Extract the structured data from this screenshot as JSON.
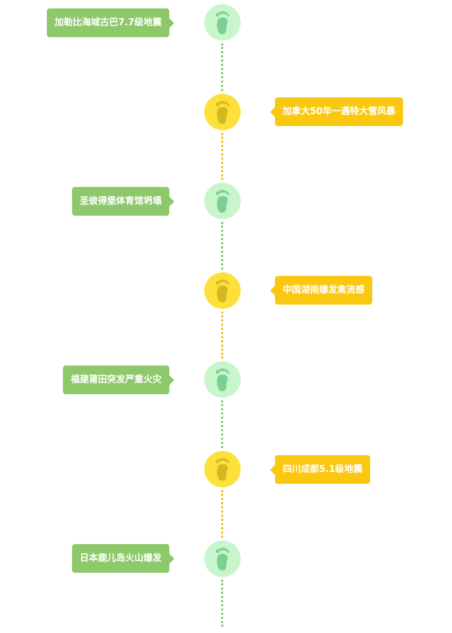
{
  "events": [
    {
      "label": "加勒比海域古巴7.7级地震",
      "color": "green",
      "side": "left",
      "icon": "footprint-icon"
    },
    {
      "label": "加拿大50年一遇特大雪风暴",
      "color": "yellow",
      "side": "right",
      "icon": "footprint-icon"
    },
    {
      "label": "圣彼得堡体育馆坍塌",
      "color": "green",
      "side": "left",
      "icon": "footprint-icon"
    },
    {
      "label": "中国湖南爆发禽流感",
      "color": "yellow",
      "side": "right",
      "icon": "footprint-icon"
    },
    {
      "label": "福建莆田突发严重火灾",
      "color": "green",
      "side": "left",
      "icon": "footprint-icon"
    },
    {
      "label": "四川成都5.1级地震",
      "color": "yellow",
      "side": "right",
      "icon": "footprint-icon"
    },
    {
      "label": "日本鹿儿岛火山爆发",
      "color": "green",
      "side": "left",
      "icon": "footprint-icon"
    }
  ],
  "colors": {
    "green_bubble": "#8dc86a",
    "green_node": "#c9f5cc",
    "green_foot": "#7ccf92",
    "yellow_bubble": "#fbc811",
    "yellow_node": "#fde03a",
    "yellow_foot": "#d4b820"
  }
}
